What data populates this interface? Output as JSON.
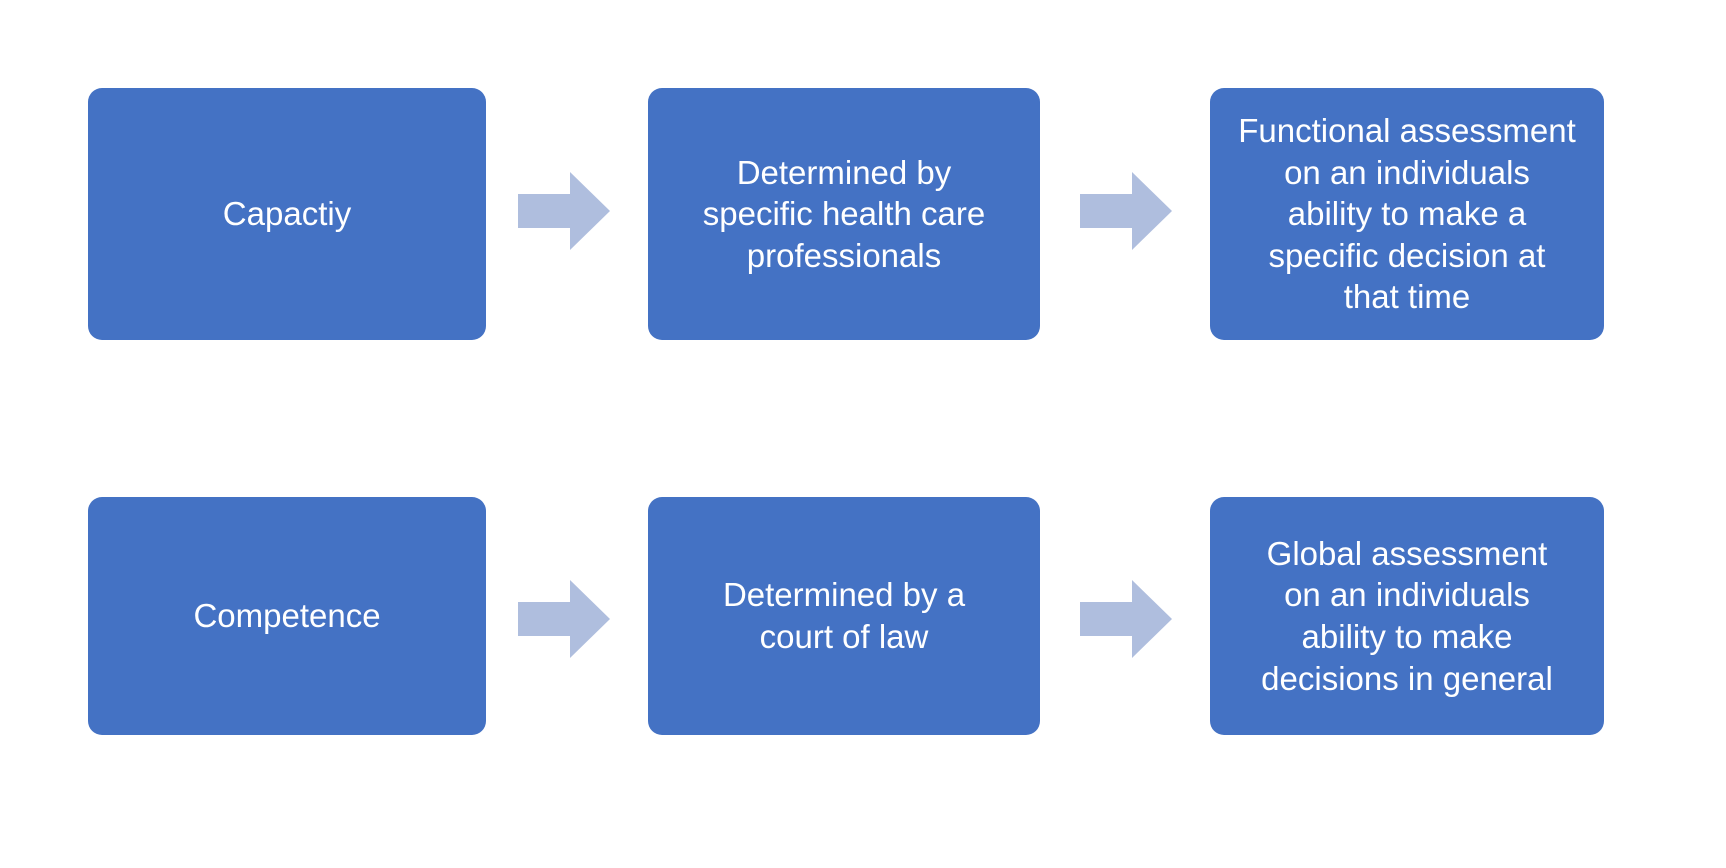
{
  "diagram": {
    "background_color": "#FFFFFF",
    "node_color": "#4472C4",
    "node_text_color": "#FFFFFF",
    "arrow_color": "#AFBEDE",
    "rows": [
      {
        "id": "capacity-row",
        "nodes": [
          {
            "id": "capacity",
            "text": "Capactiy"
          },
          {
            "id": "capacity-determiner",
            "text": "Determined by\nspecific health care\nprofessionals"
          },
          {
            "id": "capacity-definition",
            "text": "Functional assessment\non an individuals\nability to make a\nspecific decision at\nthat time"
          }
        ],
        "arrows": [
          {
            "id": "capacity-arrow-1",
            "icon": "right-block-arrow-icon"
          },
          {
            "id": "capacity-arrow-2",
            "icon": "right-block-arrow-icon"
          }
        ]
      },
      {
        "id": "competence-row",
        "nodes": [
          {
            "id": "competence",
            "text": "Competence"
          },
          {
            "id": "competence-determiner",
            "text": "Determined by a\ncourt of law"
          },
          {
            "id": "competence-definition",
            "text": "Global assessment\non an individuals\nability to make\ndecisions in general"
          }
        ],
        "arrows": [
          {
            "id": "competence-arrow-1",
            "icon": "right-block-arrow-icon"
          },
          {
            "id": "competence-arrow-2",
            "icon": "right-block-arrow-icon"
          }
        ]
      }
    ]
  }
}
